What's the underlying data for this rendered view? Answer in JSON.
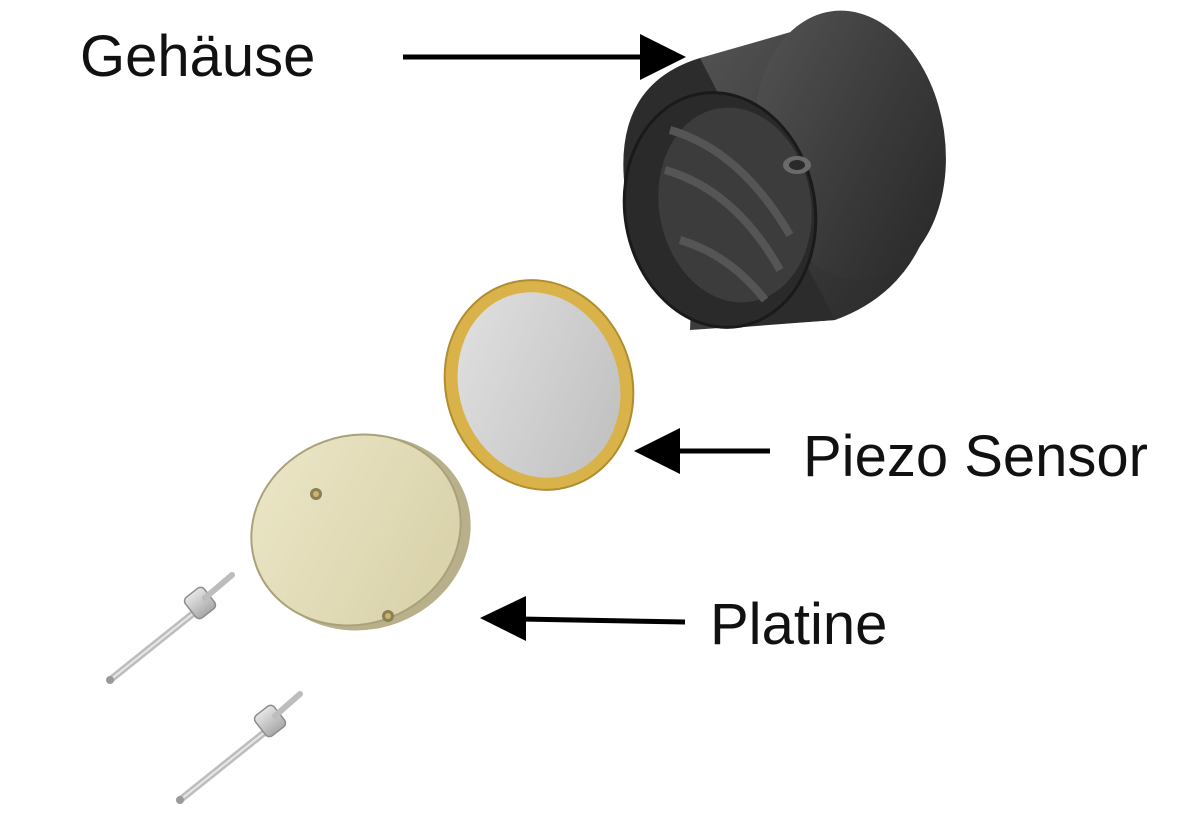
{
  "labels": {
    "housing": "Gehäuse",
    "piezo_sensor": "Piezo Sensor",
    "circuit_board": "Platine"
  },
  "colors": {
    "housing": "#3a3a3a",
    "housing_dark": "#1f1f1f",
    "piezo_rim": "#d9b24a",
    "piezo_disc": "#cfcfcf",
    "board": "#e3ddb9",
    "board_edge": "#b8b08a",
    "pin": "#c9c9c9",
    "arrow": "#000000"
  }
}
